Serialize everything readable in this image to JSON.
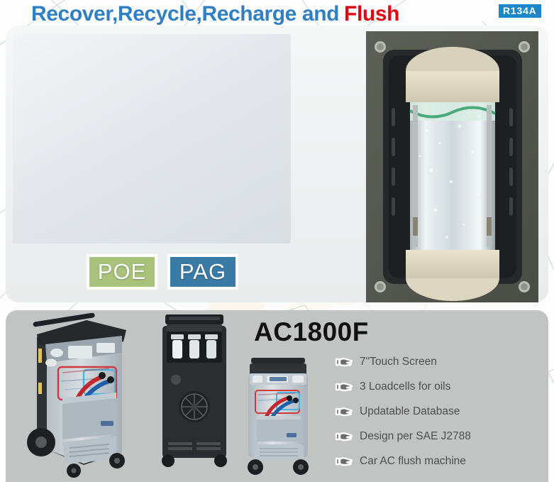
{
  "header": {
    "title_blue": "Recover,Recycle,Recharge and",
    "title_red": "Flush",
    "refrigerant_badge": "R134A"
  },
  "colors": {
    "title_blue": "#2f7fc4",
    "title_red": "#e60012",
    "badge_blue": "#1b86c8",
    "poe_green": "#a8c27c",
    "pag_blue": "#3a7ba6",
    "panel_top": "#f0f2f2",
    "panel_bottom": "#c2c3c3",
    "feature_text": "#4e4e4e",
    "model_text": "#111111"
  },
  "oil_badges": [
    {
      "label": "POE",
      "name": "poe-badge"
    },
    {
      "label": "PAG",
      "name": "pag-badge"
    }
  ],
  "product": {
    "model": "AC1800F",
    "features": [
      {
        "icon": "pointing-hand-icon",
        "label": "7\"Touch Screen"
      },
      {
        "icon": "pointing-hand-icon",
        "label": "3 Loadcells for oils"
      },
      {
        "icon": "pointing-hand-icon",
        "label": "Updatable Database"
      },
      {
        "icon": "pointing-hand-icon",
        "label": "Design per SAE J2788"
      },
      {
        "icon": "pointing-hand-icon",
        "label": "Car AC flush machine"
      }
    ]
  },
  "photos": {
    "main": "ac-machine-top-view",
    "glass": "flush-sight-glass-closeup",
    "machine_front_angle": "ac1800f-angled-view",
    "machine_rear": "ac1800f-rear-view-oil-bottles",
    "machine_front": "ac1800f-front-view"
  }
}
